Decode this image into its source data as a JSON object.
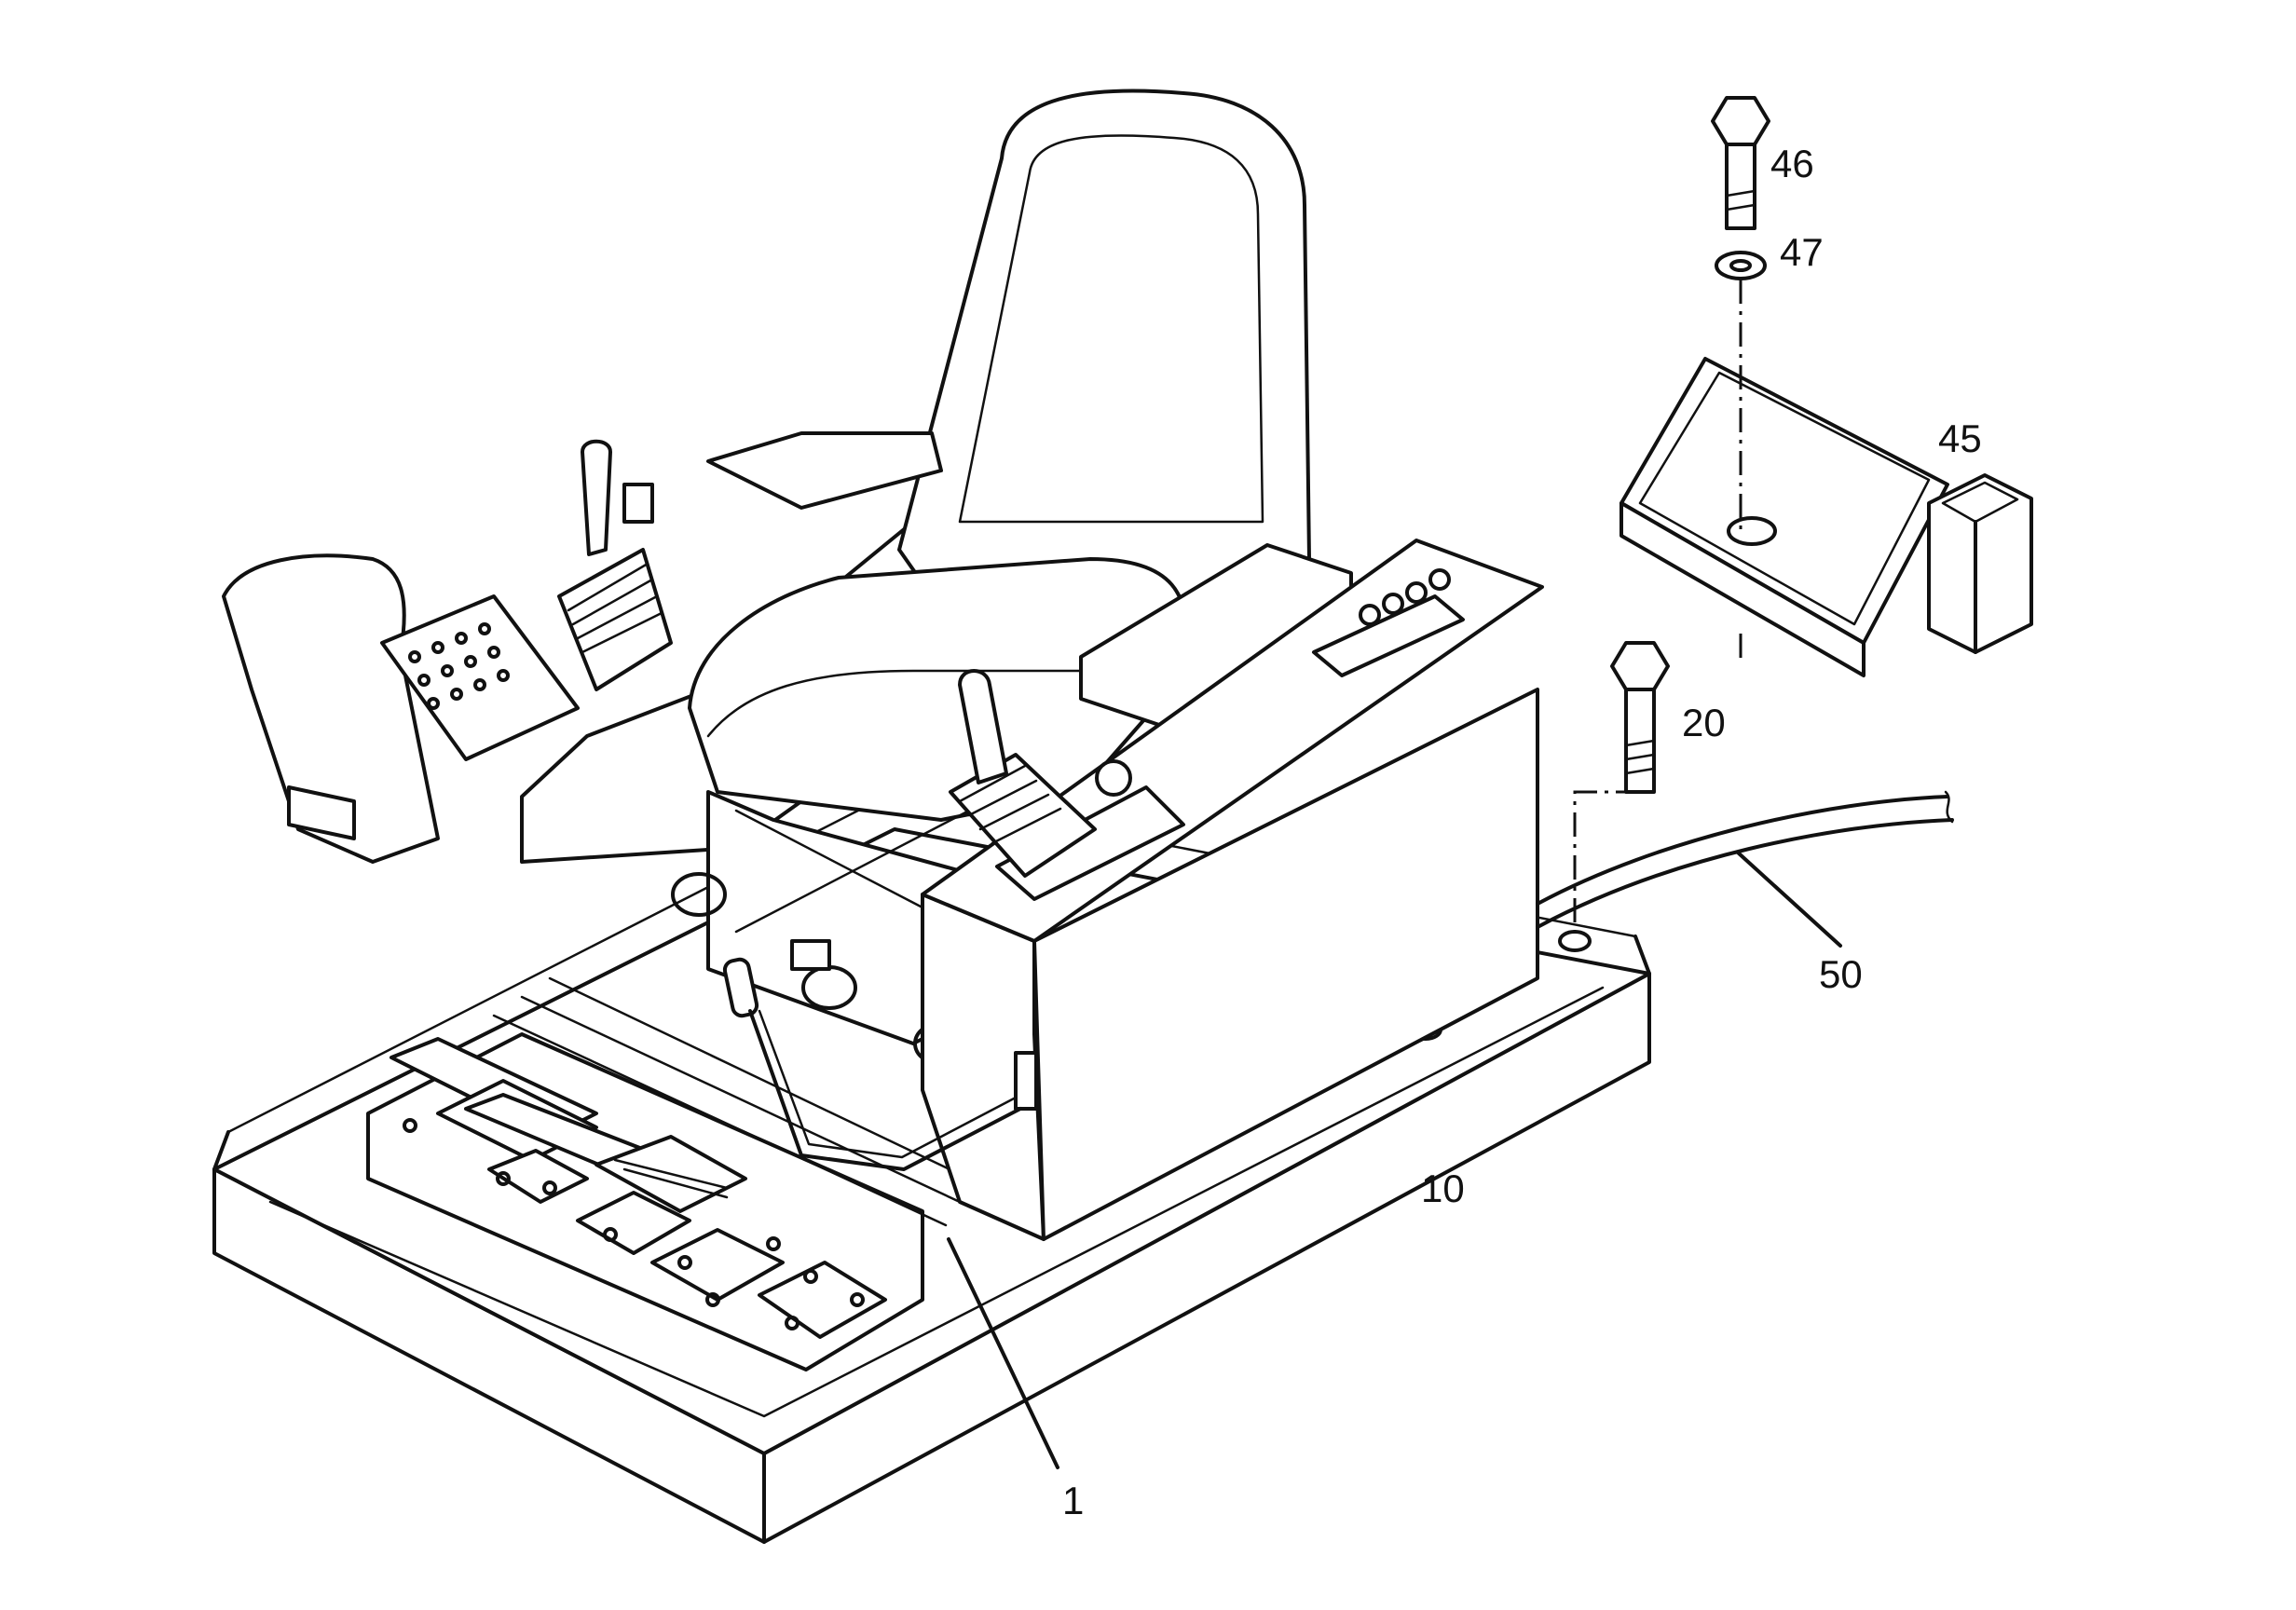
{
  "callouts": {
    "c1": "1",
    "c10": "10",
    "c20": "20",
    "c45": "45",
    "c46": "46",
    "c47": "47",
    "c50": "50"
  },
  "colors": {
    "line": "#111111",
    "background": "#ffffff"
  }
}
